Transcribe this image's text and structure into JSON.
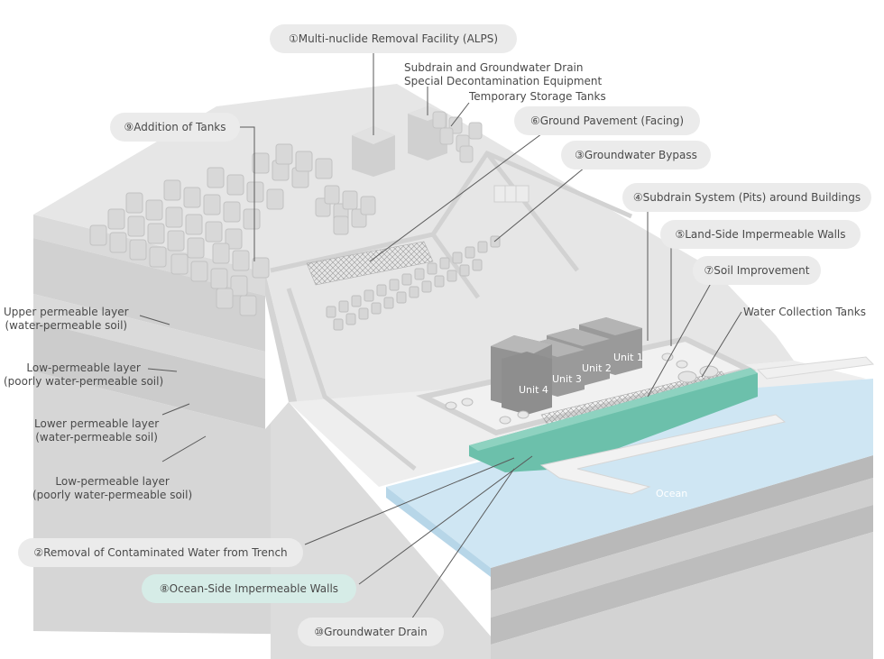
{
  "callouts": {
    "alps": "①Multi-nuclide Removal Facility (ALPS)",
    "tanks_add": "⑨Addition of Tanks",
    "pavement": "⑥Ground Pavement (Facing)",
    "bypass": "③Groundwater Bypass",
    "subdrain_pits": "④Subdrain System (Pits) around Buildings",
    "land_walls": "⑤Land-Side Impermeable Walls",
    "soil": "⑦Soil Improvement",
    "trench": "②Removal of Contaminated Water from Trench",
    "ocean_walls": "⑧Ocean-Side Impermeable Walls",
    "gw_drain": "⑩Groundwater Drain"
  },
  "labels": {
    "subdrain_line1": "Subdrain and Groundwater Drain",
    "subdrain_line2": "Special Decontamination Equipment",
    "temp_tanks": "Temporary Storage Tanks",
    "water_tanks": "Water Collection Tanks",
    "ocean": "Ocean"
  },
  "layers": {
    "upper_1": "Upper permeable layer",
    "upper_2": "(water-permeable soil)",
    "low1_1": "Low-permeable layer",
    "low1_2": "(poorly water-permeable soil)",
    "lower_1": "Lower permeable layer",
    "lower_2": "(water-permeable soil)",
    "low2_1": "Low-permeable layer",
    "low2_2": "(poorly water-permeable soil)"
  },
  "units": {
    "u1": "Unit 1",
    "u2": "Unit 2",
    "u3": "Unit 3",
    "u4": "Unit 4"
  },
  "colors": {
    "teal": "#6cc0ab",
    "ocean": "#cfe6f3",
    "ground": "#e3e3e3",
    "callout": "#ebebeb"
  }
}
